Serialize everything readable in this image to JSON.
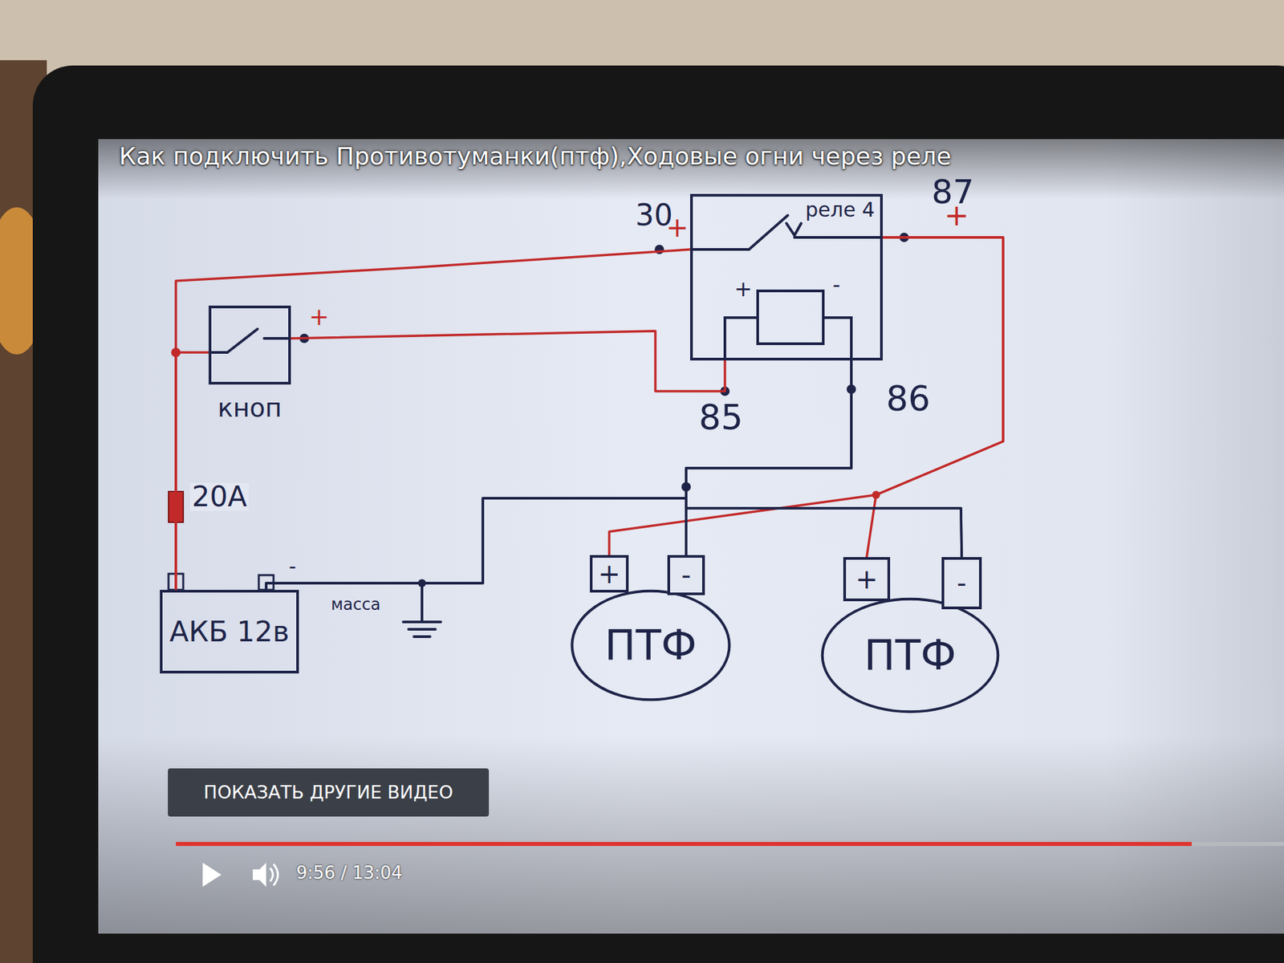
{
  "diagram": {
    "title": "Как подключить Противотуманки(птф),Ходовые огни через реле",
    "nodes": [
      {
        "text": [
          "кноп"
        ]
      },
      {
        "text": [
          "реле 4"
        ]
      },
      {
        "text": [
          "АКБ 12в"
        ]
      },
      {
        "text": [
          "ПТФ"
        ]
      },
      {
        "text": [
          "+"
        ],
        "in": 3
      },
      {
        "text": [
          "-"
        ],
        "in": 3
      },
      {
        "text": [
          "ПТФ"
        ]
      },
      {
        "text": [
          "+"
        ],
        "in": 6
      },
      {
        "text": [
          "-"
        ],
        "in": 6
      },
      {
        "text": [
          "ПОКАЗАТЬ ДРУГИЕ ВИДЕО"
        ]
      }
    ],
    "edges": [
      {
        "from": 2,
        "to": 0,
        "arrow": "none",
        "label": "20А"
      },
      {
        "from": 2,
        "to": 1,
        "arrow": "none"
      },
      {
        "from": 0,
        "to": 1,
        "arrow": "none"
      },
      {
        "from": 1,
        "to": 4,
        "arrow": "none"
      },
      {
        "from": 1,
        "to": 7,
        "arrow": "none"
      },
      {
        "from": 1,
        "to": 5,
        "arrow": "none"
      },
      {
        "from": 1,
        "to": 8,
        "arrow": "none"
      },
      {
        "from": 2,
        "to": 5,
        "arrow": "none"
      },
      {
        "from": 2,
        "to": 8,
        "arrow": "none"
      },
      {
        "from": 2,
        "to": 1,
        "arrow": "none"
      }
    ],
    "labels": [
      "30",
      "+",
      "87",
      "+",
      "+",
      "-",
      "85",
      "86",
      "+",
      "-",
      "масса",
      "9:56 / 13:04"
    ]
  }
}
